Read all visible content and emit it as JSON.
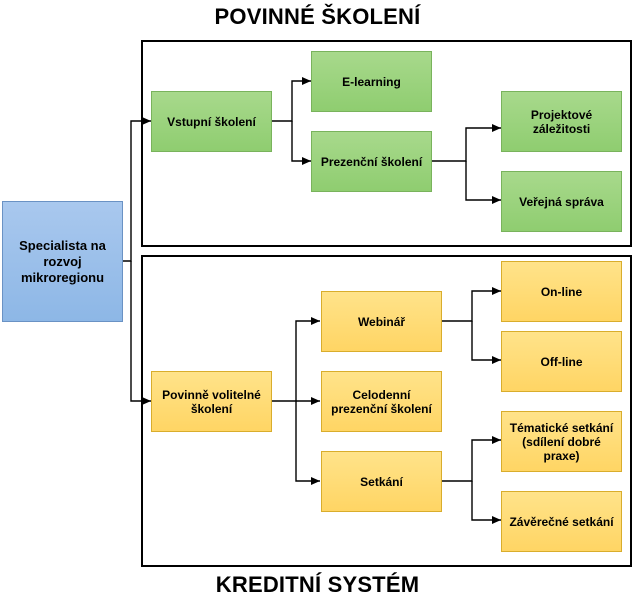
{
  "titles": {
    "top": "POVINNÉ ŠKOLENÍ",
    "bottom": "KREDITNÍ SYSTÉM"
  },
  "nodes": {
    "root": "Specialista na rozvoj mikroregionu",
    "vstupni": "Vstupní školení",
    "elearning": "E-learning",
    "prezencni": "Prezenční školení",
    "projektove": "Projektové záležitosti",
    "verejna": "Veřejná správa",
    "povinne_volitelne": "Povinně volitelné školení",
    "webinar": "Webinář",
    "celodenni": "Celodenní prezenční školení",
    "setkani": "Setkání",
    "online": "On-line",
    "offline": "Off-line",
    "tematicke": "Tématické setkání (sdílení dobré praxe)",
    "zaverecne": "Závěrečné setkání"
  },
  "colors": {
    "green": "#8fcd70",
    "yellow": "#ffd564",
    "blue": "#8db7e6"
  }
}
